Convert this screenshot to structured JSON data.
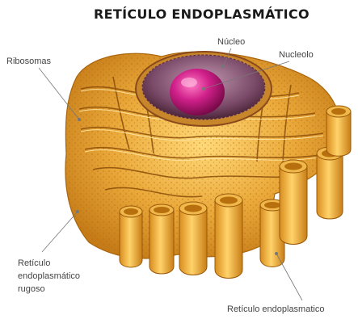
{
  "title": "RETÍCULO ENDOPLASMÁTICO",
  "labels": {
    "nucleo": "Núcleo",
    "nucleolo": "Nucleolo",
    "ribosomas": "Ribosomas",
    "rough_er_line1": "Retículo",
    "rough_er_line2": "endoplasmático",
    "rough_er_line3": "rugoso",
    "smooth_er": "Retículo endoplasmatico"
  },
  "colors": {
    "membrane": "#e8a62a",
    "membrane_dark": "#b8700e",
    "nucleus_rim": "#8a4a1c",
    "nucleus_inner": "#6a3a5a",
    "nucleolus": "#c8197a"
  }
}
